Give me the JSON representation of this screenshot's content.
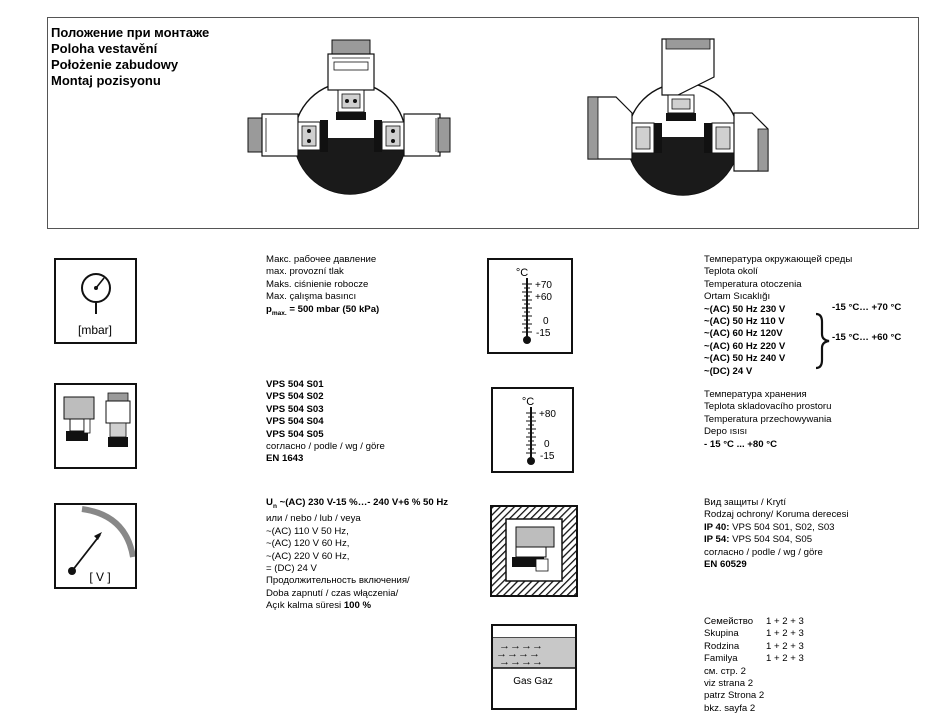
{
  "installation": {
    "title_lines": [
      "Положение при монтаже",
      "Poloha vestavění",
      "Położenie zabudowy",
      "Montaj pozisyonu"
    ]
  },
  "pressure": {
    "icon_label": "[mbar]",
    "lines": [
      "Макс. рабочее давление",
      "max. provozní tlak",
      "Maks. ciśnienie robocze",
      "Max. çalışma basıncı"
    ],
    "pmax_symbol": "p",
    "pmax_sub": "max.",
    "pmax_value": " = 500 mbar (50 kPa)"
  },
  "models": {
    "items": [
      "VPS 504 S01",
      "VPS 504 S02",
      "VPS 504 S03",
      "VPS 504 S04",
      "VPS 504 S05"
    ],
    "conformity": "согласно / podle  / wg / göre",
    "standard": "EN 1643"
  },
  "voltage": {
    "icon_label": "[ V ]",
    "symbol": "U",
    "symbol_sub": "n",
    "main_line": " ~(AC)  230 V-15 %…- 240 V+6 % 50 Hz",
    "lines": [
      "или / nebo / lub / veya",
      "~(AC) 110 V 50 Hz,",
      "~(AC) 120 V 60 Hz,",
      "~(AC) 220 V 60 Hz,",
      "= (DC) 24 V",
      "Продолжительность включения/",
      "Doba zapnutí / czas włączenia/"
    ],
    "duty_prefix": "Açık kalma süresi ",
    "duty_value": "100 %"
  },
  "ambient": {
    "thermo": {
      "unit": "°C",
      "ticks": [
        "+70",
        "+60",
        "0",
        "-15"
      ]
    },
    "lines": [
      "Температура окружающей среды",
      "Teplota okolí",
      "Temperatura otoczenia",
      "Ortam Sıcaklığı"
    ],
    "power_lines": [
      "~(AC) 50 Hz  230 V",
      "~(AC) 50 Hz  110 V",
      "~(AC) 60 Hz  120V",
      "~(AC) 60 Hz  220 V",
      "~(AC) 50 Hz  240 V",
      "~(DC) 24 V"
    ],
    "range1": "-15 °C… +70 °C",
    "range2": "-15 °C… +60 °C"
  },
  "storage": {
    "thermo": {
      "unit": "°C",
      "ticks": [
        "+80",
        "0",
        "-15"
      ]
    },
    "lines": [
      "Температура хранения",
      "Teplota skladovacího prostoru",
      "Temperatura przechowywania",
      "Depo ısısı"
    ],
    "range": " - 15 °C ... +80 °C"
  },
  "protection": {
    "lines": [
      "Вид защиты / Krytí",
      "Rodzaj ochrony/ Koruma derecesi"
    ],
    "ip40_label": "IP 40:",
    "ip40_value": " VPS 504 S01, S02, S03",
    "ip54_label": "IP 54:",
    "ip54_value": " VPS 504 S04, S05",
    "conformity": "согласно / podle / wg / göre",
    "standard": "EN 60529"
  },
  "gas": {
    "icon_label": "Gas Gaz",
    "family": [
      {
        "name": "Семейство",
        "value": "1 + 2 + 3"
      },
      {
        "name": "Skupina",
        "value": "1 + 2 + 3"
      },
      {
        "name": "Rodzina",
        "value": "1 + 2 + 3"
      },
      {
        "name": "Familya",
        "value": "1 + 2 + 3"
      }
    ],
    "refs": [
      "см. стр. 2",
      "viz strana 2",
      "patrz Strona 2",
      "bkz. sayfa 2"
    ]
  }
}
